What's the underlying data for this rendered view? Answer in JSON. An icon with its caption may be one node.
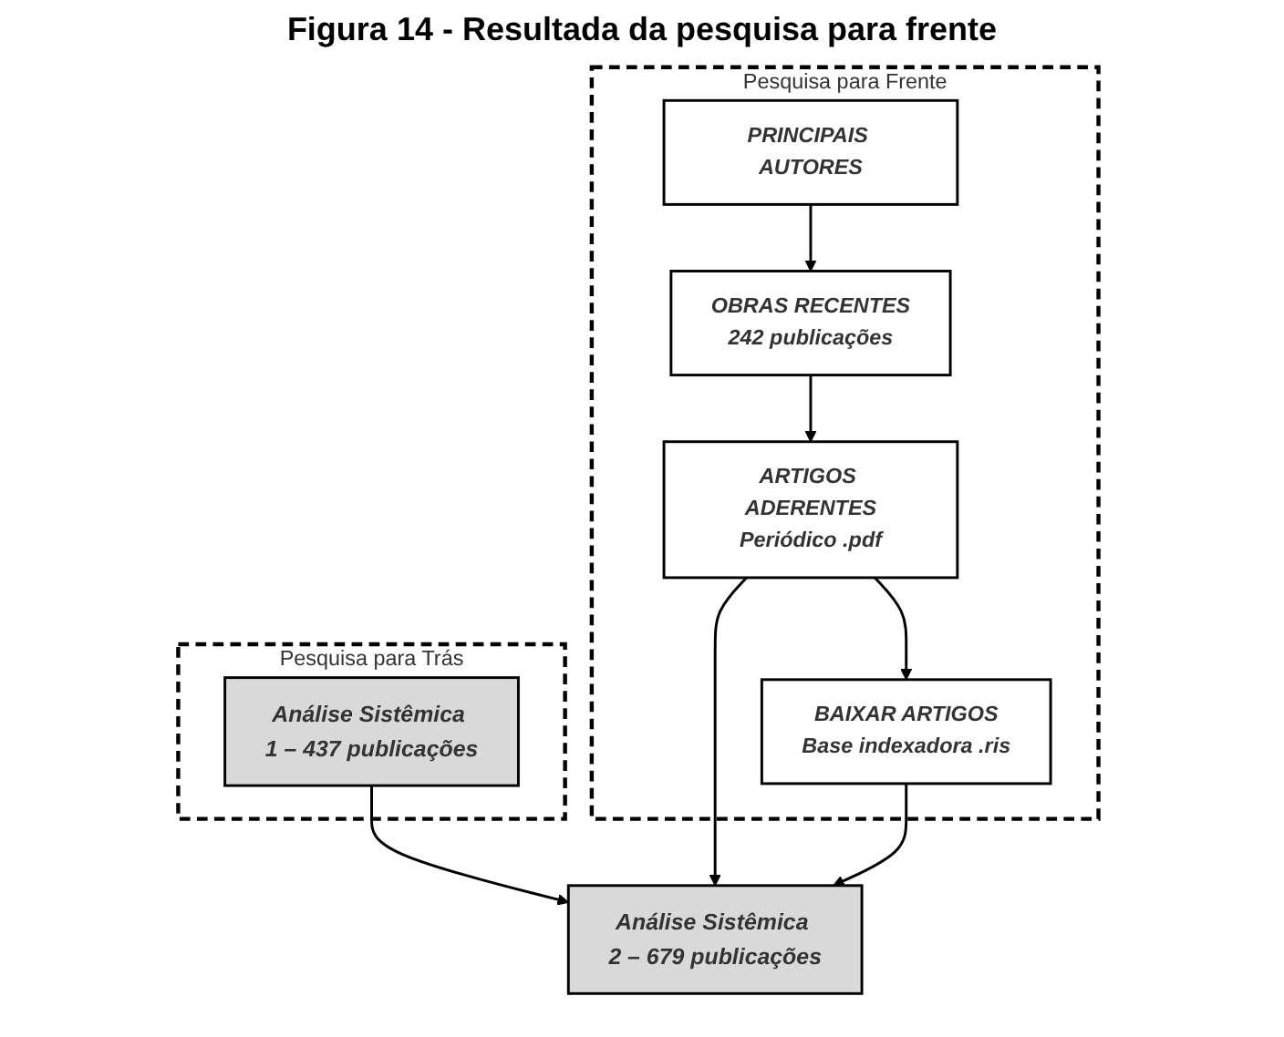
{
  "diagram": {
    "title": "Figura 14 - Resultada da pesquisa para frente",
    "nodes": [
      {
        "text": [
          "Pesquisa para Trás"
        ]
      },
      {
        "text": [
          "Análise Sistêmica 1 – 437 publicações"
        ],
        "in": 0
      },
      {
        "text": [
          "Pesquisa para Frente"
        ]
      },
      {
        "text": [
          "PRINCIPAIS AUTORES"
        ],
        "in": 2
      },
      {
        "text": [
          "OBRAS RECENTES",
          "242 publicações"
        ],
        "in": 2
      },
      {
        "text": [
          "ARTIGOS ADERENTES",
          "Periódico .pdf"
        ],
        "in": 2
      },
      {
        "text": [
          "BAIXAR ARTIGOS",
          "Base indexadora .ris"
        ],
        "in": 2
      },
      {
        "text": [
          "Análise Sistêmica 2 – 679 publicações"
        ]
      }
    ],
    "edges": [
      {
        "from": 1,
        "to": 7,
        "arrow": "to"
      },
      {
        "from": 3,
        "to": 4,
        "arrow": "to"
      },
      {
        "from": 4,
        "to": 5,
        "arrow": "to"
      },
      {
        "from": 5,
        "to": 6,
        "arrow": "to"
      },
      {
        "from": 5,
        "to": 7,
        "arrow": "to"
      },
      {
        "from": 6,
        "to": 7,
        "arrow": "to"
      }
    ]
  }
}
